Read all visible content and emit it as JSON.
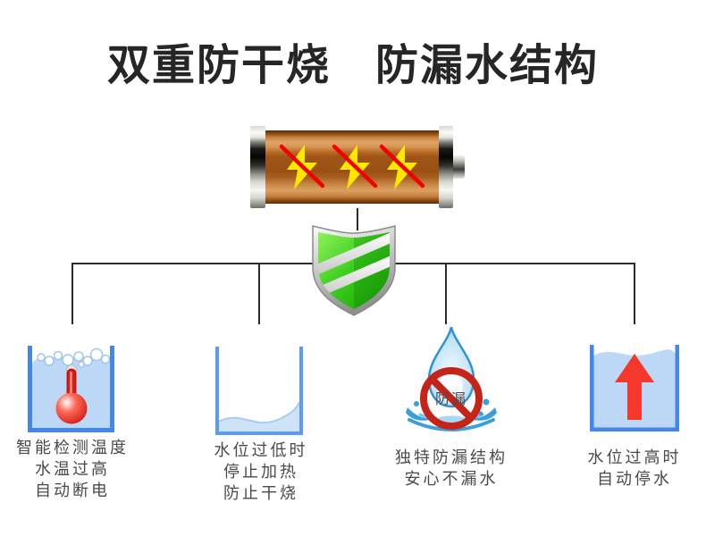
{
  "title": "双重防干烧　防漏水结构",
  "heater": {
    "icon": "heating-element-icon",
    "bolt_count": 3,
    "bolt_color": "#ffe800",
    "slash_color": "#f40000",
    "body_copper_light": "#daa162",
    "body_copper_dark": "#9a5114"
  },
  "shield": {
    "icon": "protection-shield-icon",
    "green": "#3ecf1d",
    "stripe_color": "#e9e9e9",
    "border_color": "#b0b0b0"
  },
  "connector_color": "#2b2b2b",
  "text_color": "#4a4a4a",
  "items": [
    {
      "icon": "thermometer-tank-icon",
      "lines": [
        "智能检测温度",
        "水温过高",
        "自动断电"
      ],
      "tank_border": "#4387ea",
      "water_color": "#bdd7f7",
      "thermometer_color": "#d81a10"
    },
    {
      "icon": "low-water-tank-icon",
      "lines": [
        "水位过低时",
        "停止加热",
        "防止干烧"
      ],
      "tank_border": "#5a9cf0",
      "water_color": "#cfe3f8"
    },
    {
      "icon": "no-leak-drop-icon",
      "badge": "防漏",
      "lines": [
        "独特防漏结构",
        "安心不漏水"
      ],
      "drop_color": "#8fcbee",
      "prohibition_color": "#c52418"
    },
    {
      "icon": "high-water-tank-icon",
      "lines": [
        "水位过高时",
        "自动停水"
      ],
      "tank_border": "#4387ea",
      "water_color": "#bdd7f7",
      "arrow_color": "#f4392c"
    }
  ]
}
